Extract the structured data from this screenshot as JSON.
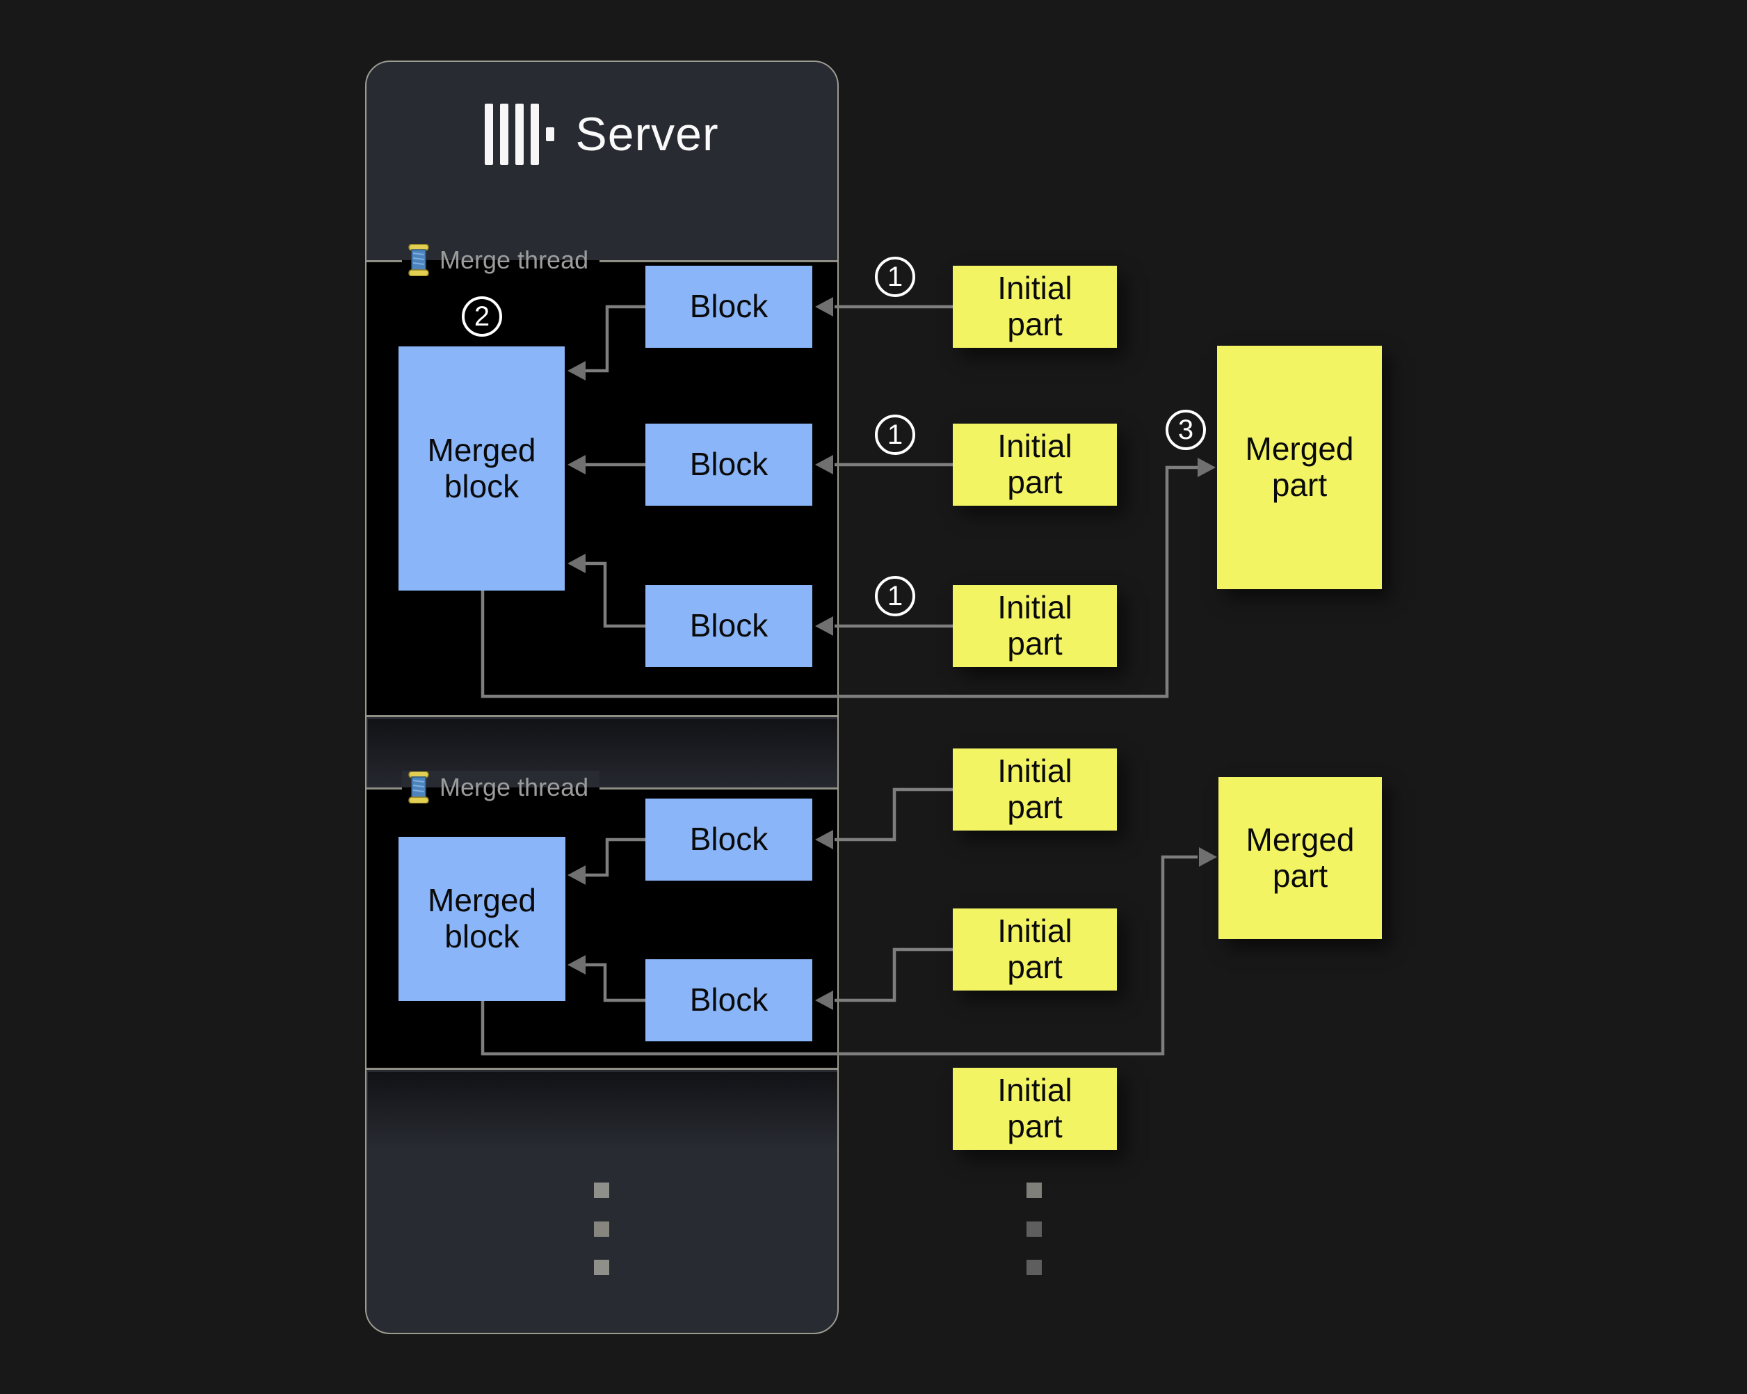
{
  "server": {
    "title": "Server",
    "logo_icon": "clickhouse-bars-logo"
  },
  "thread1": {
    "icon": "thread-spool-icon",
    "label": "Merge thread",
    "merged_block_label": "Merged block",
    "blocks": [
      "Block",
      "Block",
      "Block"
    ]
  },
  "thread2": {
    "icon": "thread-spool-icon",
    "label": "Merge thread",
    "merged_block_label": "Merged block",
    "blocks": [
      "Block",
      "Block"
    ]
  },
  "badges": {
    "step1": "1",
    "step2": "2",
    "step3": "3"
  },
  "parts": {
    "initial_thread1": [
      "Initial part",
      "Initial part",
      "Initial part"
    ],
    "merged_thread1": "Merged part",
    "initial_thread2": [
      "Initial part",
      "Initial part",
      "Initial part"
    ],
    "merged_thread2": "Merged part"
  },
  "colors": {
    "page_bg": "#181818",
    "panel_bg": "#292b33",
    "panel_border": "#9b9b90",
    "thread_bg": "#000000",
    "block_blue": "#8ab5f8",
    "part_yellow": "#f3f464",
    "line_gray": "#7e7e7e",
    "label_gray": "#9c9c9c"
  }
}
